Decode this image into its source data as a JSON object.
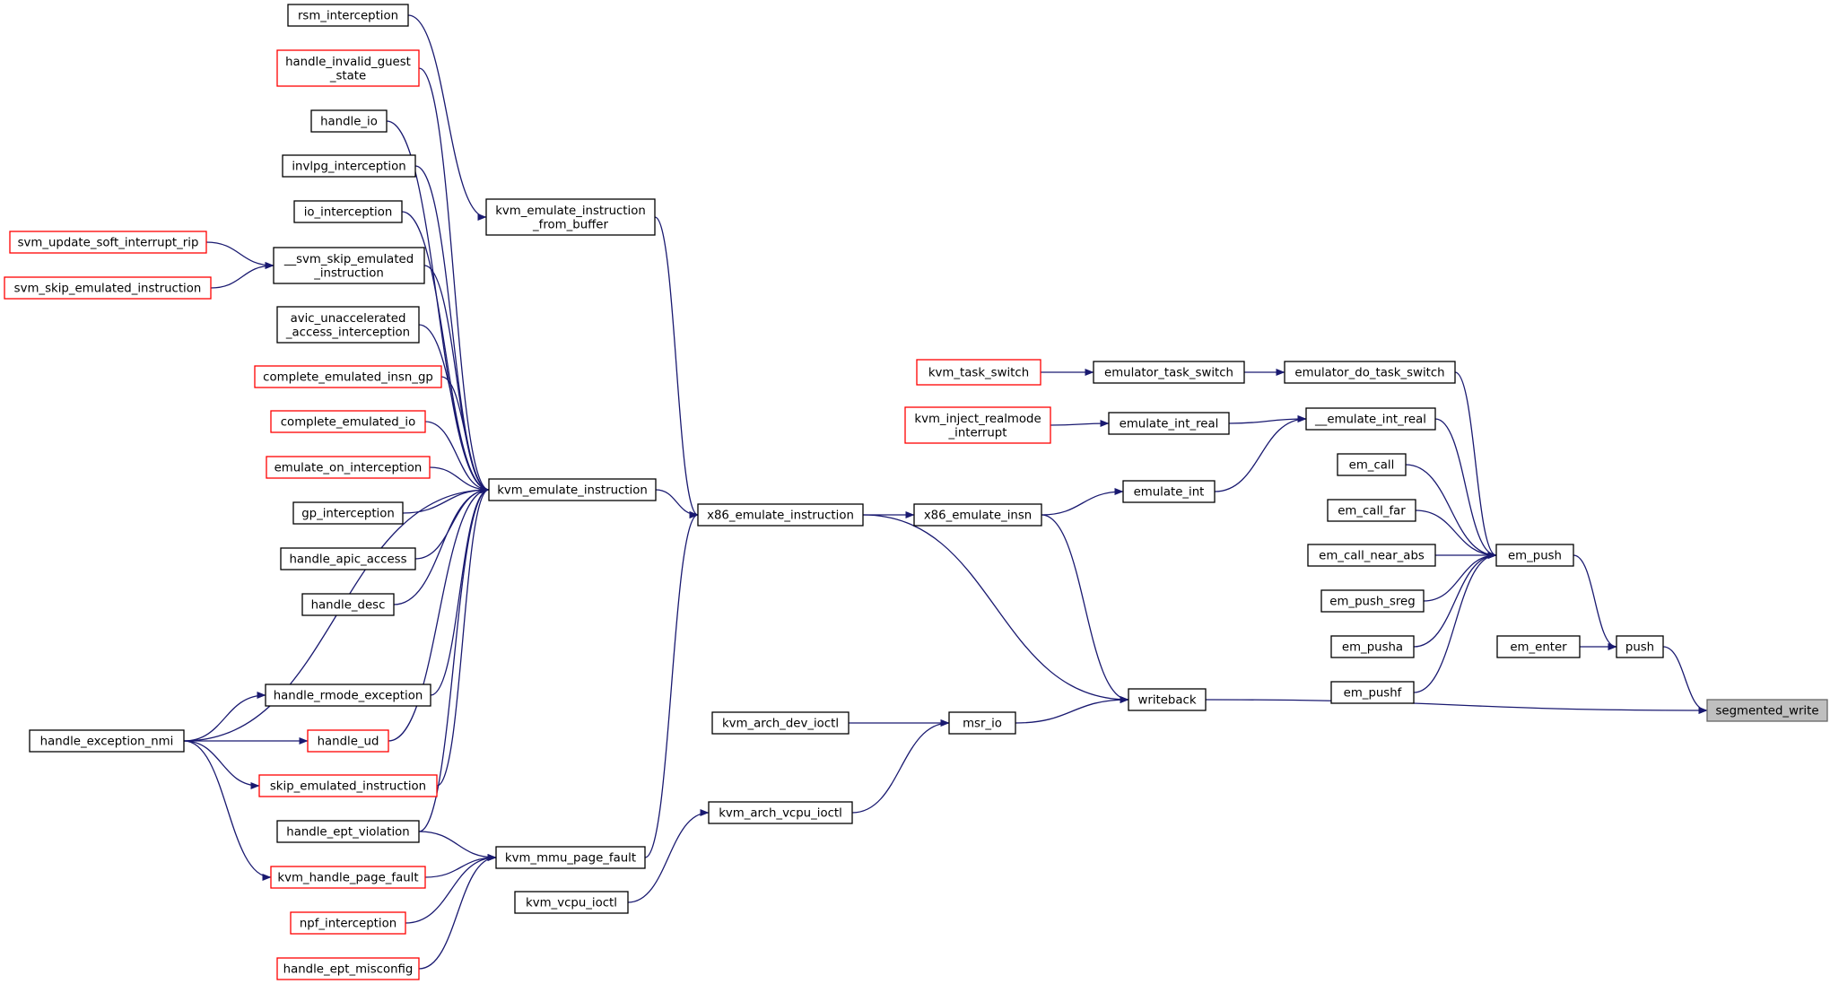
{
  "colors": {
    "edge": "#191970",
    "border_default": "#000000",
    "border_truncated": "#ff0000",
    "border_root": "#666666",
    "root_fill": "#bfbfbf",
    "node_fill": "#ffffff"
  },
  "nodes": [
    {
      "id": "segmented_write",
      "lines": [
        "segmented_write"
      ],
      "kind": "root"
    },
    {
      "id": "push",
      "lines": [
        "push"
      ],
      "kind": "normal"
    },
    {
      "id": "writeback",
      "lines": [
        "writeback"
      ],
      "kind": "normal"
    },
    {
      "id": "em_push",
      "lines": [
        "em_push"
      ],
      "kind": "normal"
    },
    {
      "id": "em_enter",
      "lines": [
        "em_enter"
      ],
      "kind": "normal"
    },
    {
      "id": "em_call",
      "lines": [
        "em_call"
      ],
      "kind": "normal"
    },
    {
      "id": "em_call_far",
      "lines": [
        "em_call_far"
      ],
      "kind": "normal"
    },
    {
      "id": "em_call_near_abs",
      "lines": [
        "em_call_near_abs"
      ],
      "kind": "normal"
    },
    {
      "id": "em_push_sreg",
      "lines": [
        "em_push_sreg"
      ],
      "kind": "normal"
    },
    {
      "id": "em_pusha",
      "lines": [
        "em_pusha"
      ],
      "kind": "normal"
    },
    {
      "id": "em_pushf",
      "lines": [
        "em_pushf"
      ],
      "kind": "normal"
    },
    {
      "id": "emulator_do_task_switch",
      "lines": [
        "emulator_do_task_switch"
      ],
      "kind": "normal"
    },
    {
      "id": "__emulate_int_real",
      "lines": [
        "__emulate_int_real"
      ],
      "kind": "normal"
    },
    {
      "id": "emulator_task_switch",
      "lines": [
        "emulator_task_switch"
      ],
      "kind": "normal"
    },
    {
      "id": "kvm_task_switch",
      "lines": [
        "kvm_task_switch"
      ],
      "kind": "truncated"
    },
    {
      "id": "emulate_int_real",
      "lines": [
        "emulate_int_real"
      ],
      "kind": "normal"
    },
    {
      "id": "kvm_inject_realmode_interrupt",
      "lines": [
        "kvm_inject_realmode",
        "_interrupt"
      ],
      "kind": "truncated"
    },
    {
      "id": "emulate_int",
      "lines": [
        "emulate_int"
      ],
      "kind": "normal"
    },
    {
      "id": "x86_emulate_insn",
      "lines": [
        "x86_emulate_insn"
      ],
      "kind": "normal"
    },
    {
      "id": "x86_emulate_instruction",
      "lines": [
        "x86_emulate_instruction"
      ],
      "kind": "normal"
    },
    {
      "id": "msr_io",
      "lines": [
        "msr_io"
      ],
      "kind": "normal"
    },
    {
      "id": "kvm_arch_dev_ioctl",
      "lines": [
        "kvm_arch_dev_ioctl"
      ],
      "kind": "normal"
    },
    {
      "id": "kvm_arch_vcpu_ioctl",
      "lines": [
        "kvm_arch_vcpu_ioctl"
      ],
      "kind": "normal"
    },
    {
      "id": "kvm_vcpu_ioctl",
      "lines": [
        "kvm_vcpu_ioctl"
      ],
      "kind": "normal"
    },
    {
      "id": "kvm_emulate_instruction_from_buffer",
      "lines": [
        "kvm_emulate_instruction",
        "_from_buffer"
      ],
      "kind": "normal"
    },
    {
      "id": "kvm_emulate_instruction",
      "lines": [
        "kvm_emulate_instruction"
      ],
      "kind": "normal"
    },
    {
      "id": "kvm_mmu_page_fault",
      "lines": [
        "kvm_mmu_page_fault"
      ],
      "kind": "normal"
    },
    {
      "id": "rsm_interception",
      "lines": [
        "rsm_interception"
      ],
      "kind": "normal"
    },
    {
      "id": "handle_invalid_guest_state",
      "lines": [
        "handle_invalid_guest",
        "_state"
      ],
      "kind": "truncated"
    },
    {
      "id": "handle_io",
      "lines": [
        "handle_io"
      ],
      "kind": "normal"
    },
    {
      "id": "invlpg_interception",
      "lines": [
        "invlpg_interception"
      ],
      "kind": "normal"
    },
    {
      "id": "io_interception",
      "lines": [
        "io_interception"
      ],
      "kind": "normal"
    },
    {
      "id": "__svm_skip_emulated_instruction",
      "lines": [
        "__svm_skip_emulated",
        "_instruction"
      ],
      "kind": "normal"
    },
    {
      "id": "svm_update_soft_interrupt_rip",
      "lines": [
        "svm_update_soft_interrupt_rip"
      ],
      "kind": "truncated"
    },
    {
      "id": "svm_skip_emulated_instruction",
      "lines": [
        "svm_skip_emulated_instruction"
      ],
      "kind": "truncated"
    },
    {
      "id": "avic_unaccelerated_access_interception",
      "lines": [
        "avic_unaccelerated",
        "_access_interception"
      ],
      "kind": "normal"
    },
    {
      "id": "complete_emulated_insn_gp",
      "lines": [
        "complete_emulated_insn_gp"
      ],
      "kind": "truncated"
    },
    {
      "id": "complete_emulated_io",
      "lines": [
        "complete_emulated_io"
      ],
      "kind": "truncated"
    },
    {
      "id": "emulate_on_interception",
      "lines": [
        "emulate_on_interception"
      ],
      "kind": "truncated"
    },
    {
      "id": "gp_interception",
      "lines": [
        "gp_interception"
      ],
      "kind": "normal"
    },
    {
      "id": "handle_apic_access",
      "lines": [
        "handle_apic_access"
      ],
      "kind": "normal"
    },
    {
      "id": "handle_desc",
      "lines": [
        "handle_desc"
      ],
      "kind": "normal"
    },
    {
      "id": "handle_rmode_exception",
      "lines": [
        "handle_rmode_exception"
      ],
      "kind": "normal"
    },
    {
      "id": "handle_ud",
      "lines": [
        "handle_ud"
      ],
      "kind": "truncated"
    },
    {
      "id": "skip_emulated_instruction",
      "lines": [
        "skip_emulated_instruction"
      ],
      "kind": "truncated"
    },
    {
      "id": "handle_exception_nmi",
      "lines": [
        "handle_exception_nmi"
      ],
      "kind": "normal"
    },
    {
      "id": "handle_ept_violation",
      "lines": [
        "handle_ept_violation"
      ],
      "kind": "normal"
    },
    {
      "id": "kvm_handle_page_fault",
      "lines": [
        "kvm_handle_page_fault"
      ],
      "kind": "truncated"
    },
    {
      "id": "npf_interception",
      "lines": [
        "npf_interception"
      ],
      "kind": "truncated"
    },
    {
      "id": "handle_ept_misconfig",
      "lines": [
        "handle_ept_misconfig"
      ],
      "kind": "truncated"
    }
  ],
  "edges": [
    [
      "push",
      "segmented_write"
    ],
    [
      "writeback",
      "segmented_write"
    ],
    [
      "em_push",
      "push"
    ],
    [
      "em_enter",
      "push"
    ],
    [
      "em_call",
      "em_push"
    ],
    [
      "em_call_far",
      "em_push"
    ],
    [
      "em_call_near_abs",
      "em_push"
    ],
    [
      "em_push_sreg",
      "em_push"
    ],
    [
      "em_pusha",
      "em_push"
    ],
    [
      "em_pushf",
      "em_push"
    ],
    [
      "emulator_do_task_switch",
      "em_push"
    ],
    [
      "__emulate_int_real",
      "em_push"
    ],
    [
      "emulator_task_switch",
      "emulator_do_task_switch"
    ],
    [
      "kvm_task_switch",
      "emulator_task_switch"
    ],
    [
      "emulate_int_real",
      "__emulate_int_real"
    ],
    [
      "emulate_int",
      "__emulate_int_real"
    ],
    [
      "kvm_inject_realmode_interrupt",
      "emulate_int_real"
    ],
    [
      "x86_emulate_insn",
      "emulate_int"
    ],
    [
      "x86_emulate_instruction",
      "x86_emulate_insn"
    ],
    [
      "x86_emulate_insn",
      "writeback"
    ],
    [
      "x86_emulate_instruction",
      "writeback"
    ],
    [
      "msr_io",
      "writeback"
    ],
    [
      "kvm_arch_dev_ioctl",
      "msr_io"
    ],
    [
      "kvm_arch_vcpu_ioctl",
      "msr_io"
    ],
    [
      "kvm_vcpu_ioctl",
      "kvm_arch_vcpu_ioctl"
    ],
    [
      "kvm_emulate_instruction_from_buffer",
      "x86_emulate_instruction"
    ],
    [
      "kvm_emulate_instruction",
      "x86_emulate_instruction"
    ],
    [
      "kvm_mmu_page_fault",
      "x86_emulate_instruction"
    ],
    [
      "rsm_interception",
      "kvm_emulate_instruction_from_buffer"
    ],
    [
      "handle_invalid_guest_state",
      "kvm_emulate_instruction"
    ],
    [
      "handle_io",
      "kvm_emulate_instruction"
    ],
    [
      "invlpg_interception",
      "kvm_emulate_instruction"
    ],
    [
      "io_interception",
      "kvm_emulate_instruction"
    ],
    [
      "__svm_skip_emulated_instruction",
      "kvm_emulate_instruction"
    ],
    [
      "svm_update_soft_interrupt_rip",
      "__svm_skip_emulated_instruction"
    ],
    [
      "svm_skip_emulated_instruction",
      "__svm_skip_emulated_instruction"
    ],
    [
      "avic_unaccelerated_access_interception",
      "kvm_emulate_instruction"
    ],
    [
      "complete_emulated_insn_gp",
      "kvm_emulate_instruction"
    ],
    [
      "complete_emulated_io",
      "kvm_emulate_instruction"
    ],
    [
      "emulate_on_interception",
      "kvm_emulate_instruction"
    ],
    [
      "gp_interception",
      "kvm_emulate_instruction"
    ],
    [
      "handle_apic_access",
      "kvm_emulate_instruction"
    ],
    [
      "handle_desc",
      "kvm_emulate_instruction"
    ],
    [
      "handle_exception_nmi",
      "kvm_emulate_instruction"
    ],
    [
      "handle_rmode_exception",
      "kvm_emulate_instruction"
    ],
    [
      "handle_ud",
      "kvm_emulate_instruction"
    ],
    [
      "skip_emulated_instruction",
      "kvm_emulate_instruction"
    ],
    [
      "handle_ept_violation",
      "kvm_emulate_instruction"
    ],
    [
      "handle_exception_nmi",
      "handle_rmode_exception"
    ],
    [
      "handle_exception_nmi",
      "handle_ud"
    ],
    [
      "handle_exception_nmi",
      "skip_emulated_instruction"
    ],
    [
      "handle_exception_nmi",
      "kvm_handle_page_fault"
    ],
    [
      "handle_ept_violation",
      "kvm_mmu_page_fault"
    ],
    [
      "kvm_handle_page_fault",
      "kvm_mmu_page_fault"
    ],
    [
      "npf_interception",
      "kvm_mmu_page_fault"
    ],
    [
      "handle_ept_misconfig",
      "kvm_mmu_page_fault"
    ]
  ]
}
